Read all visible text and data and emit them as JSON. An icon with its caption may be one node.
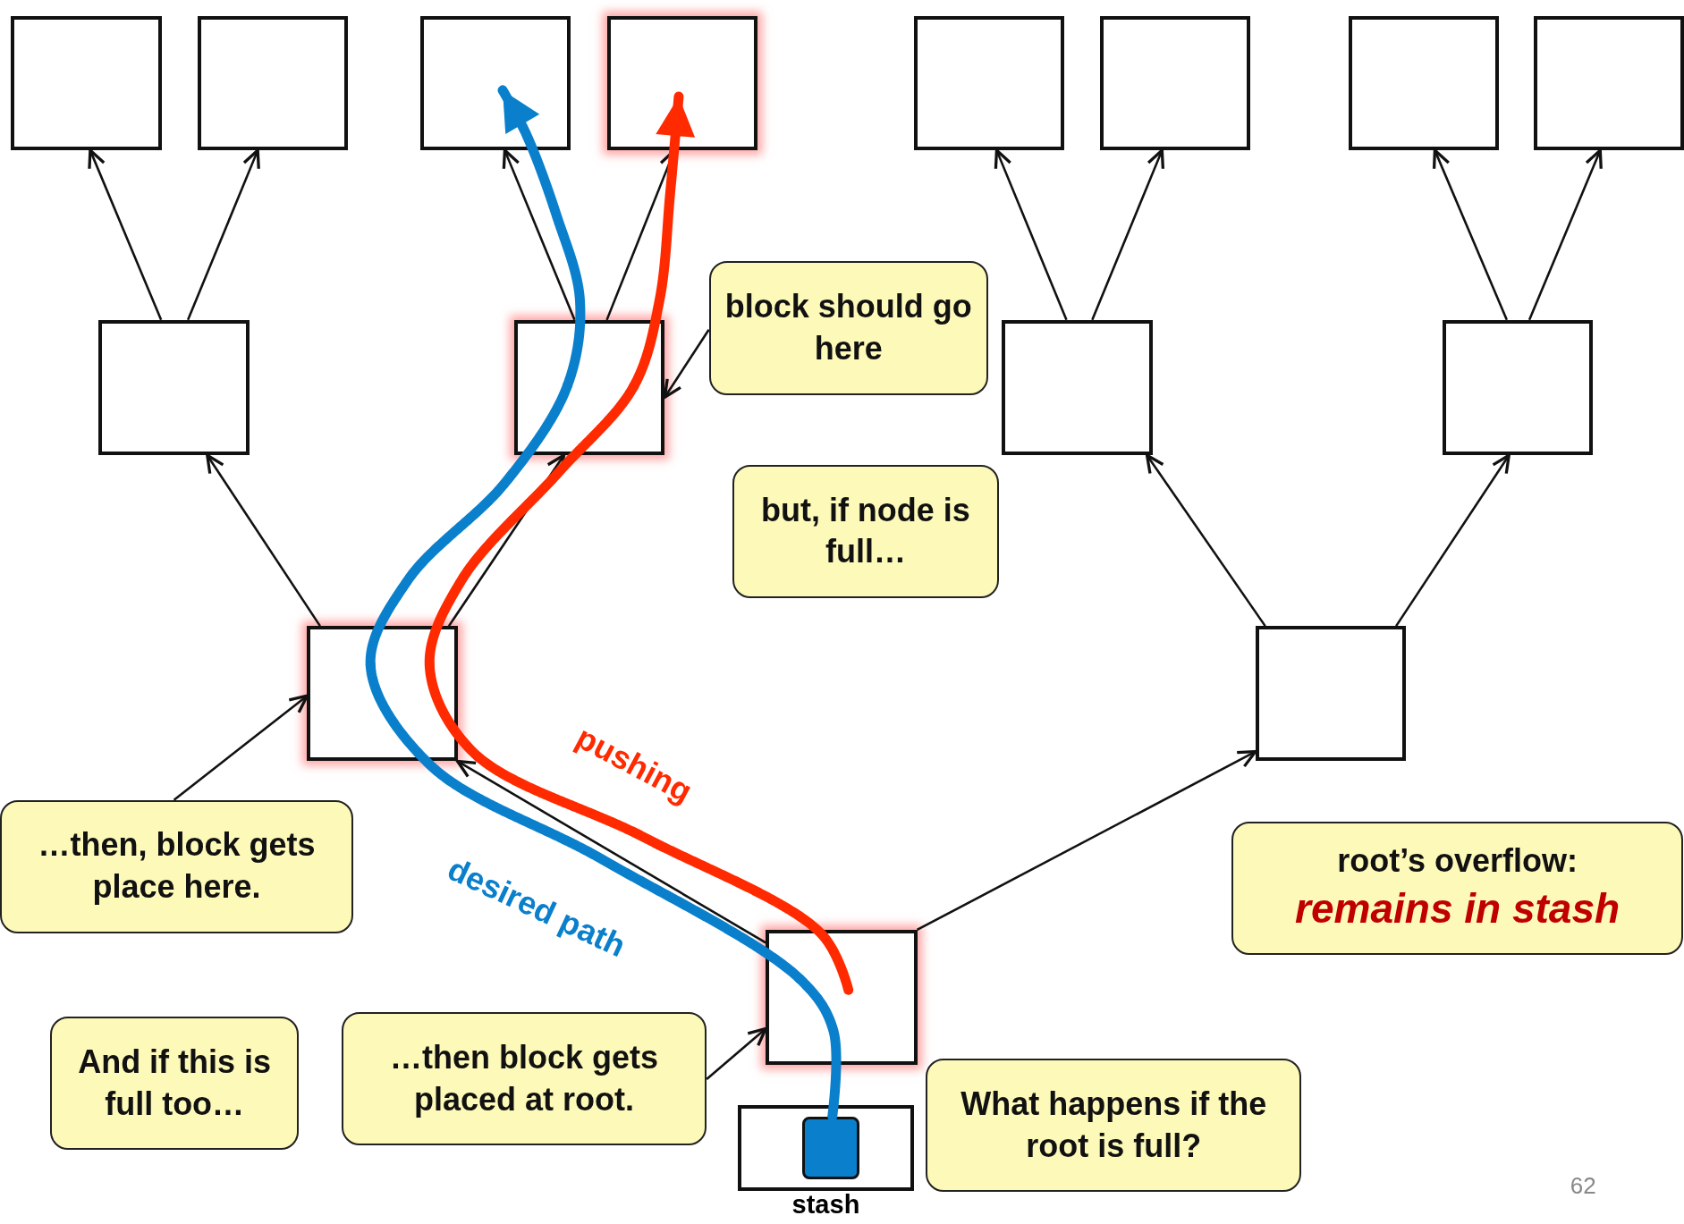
{
  "diagram": {
    "nodes": [
      {
        "text": [],
        "shape": "box"
      },
      {
        "text": [],
        "shape": "box"
      },
      {
        "text": [],
        "shape": "box"
      },
      {
        "text": [],
        "shape": "box"
      },
      {
        "text": [],
        "shape": "box"
      },
      {
        "text": [],
        "shape": "box"
      },
      {
        "text": [],
        "shape": "box"
      },
      {
        "text": [],
        "shape": "box"
      },
      {
        "text": [
          "block should go here"
        ]
      },
      {
        "text": [],
        "shape": "box"
      },
      {
        "text": [],
        "shape": "box"
      },
      {
        "text": [],
        "shape": "box"
      },
      {
        "text": [],
        "shape": "box"
      },
      {
        "text": [
          "but, if node is full…"
        ]
      },
      {
        "text": [],
        "shape": "box"
      },
      {
        "text": [],
        "shape": "box"
      },
      {
        "text": [
          "…then, block gets place here."
        ]
      },
      {
        "text": [
          "root’s overflow:",
          "remains in stash"
        ]
      },
      {
        "text": [],
        "shape": "box"
      },
      {
        "text": [
          "And if this is full too…"
        ]
      },
      {
        "text": [
          "…then block gets placed at root."
        ]
      },
      {
        "text": [
          "What happens if the root is full?"
        ]
      },
      {
        "text": [
          "stash"
        ]
      },
      {
        "text": [],
        "shape": "box",
        "in": 22
      }
    ],
    "edges": [
      {
        "from": 18,
        "to": 14,
        "arrow": "to"
      },
      {
        "from": 18,
        "to": 15,
        "arrow": "to"
      },
      {
        "from": 14,
        "to": 9,
        "arrow": "to"
      },
      {
        "from": 14,
        "to": 10,
        "arrow": "to"
      },
      {
        "from": 15,
        "to": 11,
        "arrow": "to"
      },
      {
        "from": 15,
        "to": 12,
        "arrow": "to"
      },
      {
        "from": 9,
        "to": 0,
        "arrow": "to"
      },
      {
        "from": 9,
        "to": 1,
        "arrow": "to"
      },
      {
        "from": 10,
        "to": 2,
        "arrow": "to"
      },
      {
        "from": 10,
        "to": 3,
        "arrow": "to"
      },
      {
        "from": 11,
        "to": 4,
        "arrow": "to"
      },
      {
        "from": 11,
        "to": 5,
        "arrow": "to"
      },
      {
        "from": 12,
        "to": 6,
        "arrow": "to"
      },
      {
        "from": 12,
        "to": 7,
        "arrow": "to"
      },
      {
        "from": 8,
        "to": 10,
        "arrow": "to"
      },
      {
        "from": 16,
        "to": 14,
        "arrow": "to"
      },
      {
        "from": 20,
        "to": 18,
        "arrow": "to"
      },
      {
        "from": 23,
        "to": 18,
        "arrow": "none",
        "style": "thick",
        "color": "#0a80cc"
      },
      {
        "from": 18,
        "to": 14,
        "arrow": "none",
        "label": "desired path",
        "style": "thick",
        "color": "#0a80cc"
      },
      {
        "from": 14,
        "to": 10,
        "arrow": "none",
        "style": "thick",
        "color": "#0a80cc"
      },
      {
        "from": 10,
        "to": 2,
        "arrow": "to",
        "style": "thick",
        "color": "#0a80cc"
      },
      {
        "from": 18,
        "to": 14,
        "arrow": "none",
        "label": "pushing",
        "style": "thick",
        "color": "#ff2a00"
      },
      {
        "from": 14,
        "to": 10,
        "arrow": "none",
        "style": "thick",
        "color": "#ff2a00"
      },
      {
        "from": 10,
        "to": 3,
        "arrow": "to",
        "style": "thick",
        "color": "#ff2a00"
      }
    ],
    "labels": [
      "62"
    ]
  }
}
